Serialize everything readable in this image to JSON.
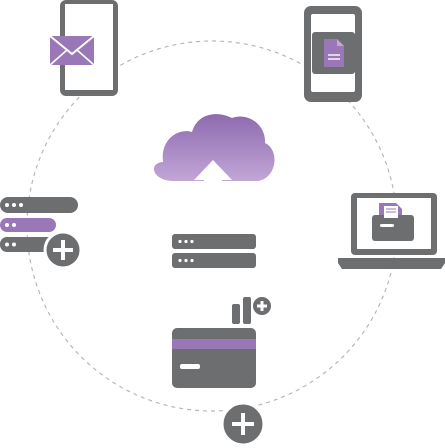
{
  "diagram": {
    "hub": {
      "icon": "cloud-upload-icon",
      "base_icon": "server-icon"
    },
    "nodes": [
      {
        "id": "top-left",
        "icon": "smartphone-mail-icon"
      },
      {
        "id": "top-right",
        "icon": "smartphone-document-icon"
      },
      {
        "id": "right",
        "icon": "laptop-folder-icon"
      },
      {
        "id": "left",
        "icon": "server-add-icon"
      },
      {
        "id": "bottom",
        "icon": "credit-card-add-icon"
      },
      {
        "id": "center-right",
        "icon": "secondary-mark-icon"
      }
    ],
    "connector": {
      "style": "dashed-circle"
    }
  },
  "colors": {
    "gray": "#6d6e70",
    "purple": "#9a78b8",
    "purple_light": "#c1a6d6",
    "dash": "#b7b7b7",
    "white": "#ffffff"
  }
}
